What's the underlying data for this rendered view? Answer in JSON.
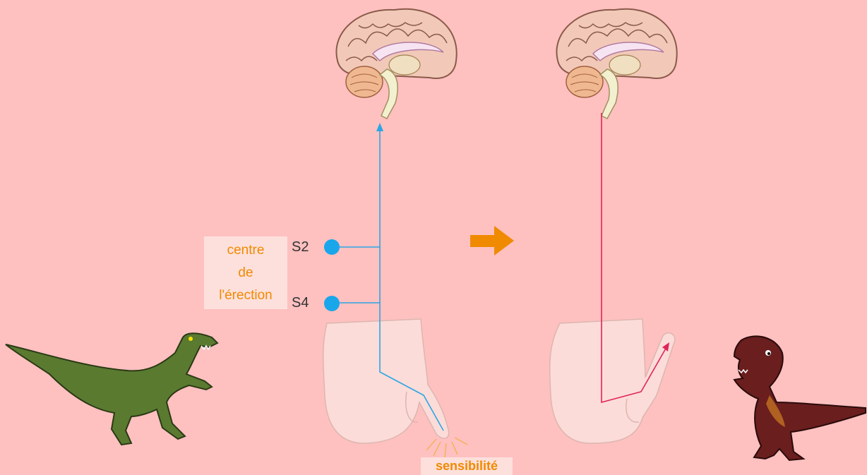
{
  "labels": {
    "centre_line1": "centre",
    "centre_line2": "de",
    "centre_line3": "l'érection",
    "s2": "S2",
    "s4": "S4",
    "sensibilite": "sensibilité"
  },
  "colors": {
    "background": "#ffc0c0",
    "afferent_nerve": "#2aa6e6",
    "efferent_nerve": "#e0245a",
    "arrow": "#f08a00",
    "label_text": "#f08a00",
    "label_box": "#fde0dc",
    "segment_dot": "#19a6ea"
  },
  "icons": {
    "brain_left": "brain-sagittal-icon",
    "brain_right": "brain-sagittal-icon",
    "body_left": "pelvis-flaccid-icon",
    "body_right": "pelvis-erect-icon",
    "transition": "right-arrow-icon",
    "dino_left": "velociraptor-icon",
    "dino_right": "t-rex-icon"
  }
}
